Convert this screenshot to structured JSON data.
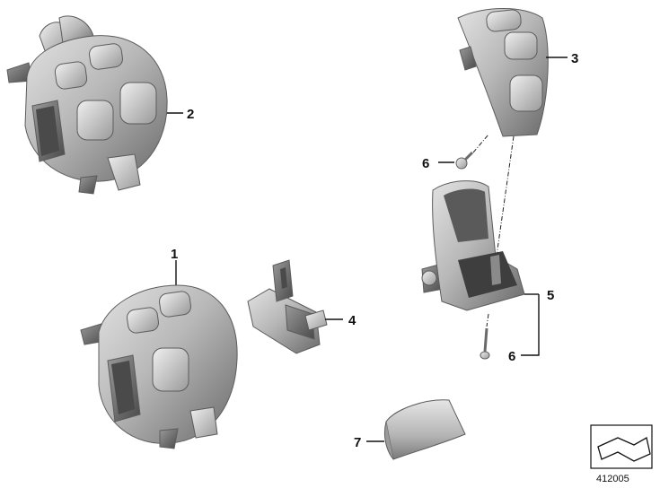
{
  "callouts": {
    "c1": "1",
    "c2": "2",
    "c3": "3",
    "c4": "4",
    "c5": "5",
    "c6a": "6",
    "c6b": "6",
    "c7": "7"
  },
  "reference_number": "412005",
  "colors": {
    "part_light": "#d4d4d4",
    "part_mid": "#a9a9a9",
    "part_dark": "#6f6f6f",
    "line": "#111111"
  }
}
